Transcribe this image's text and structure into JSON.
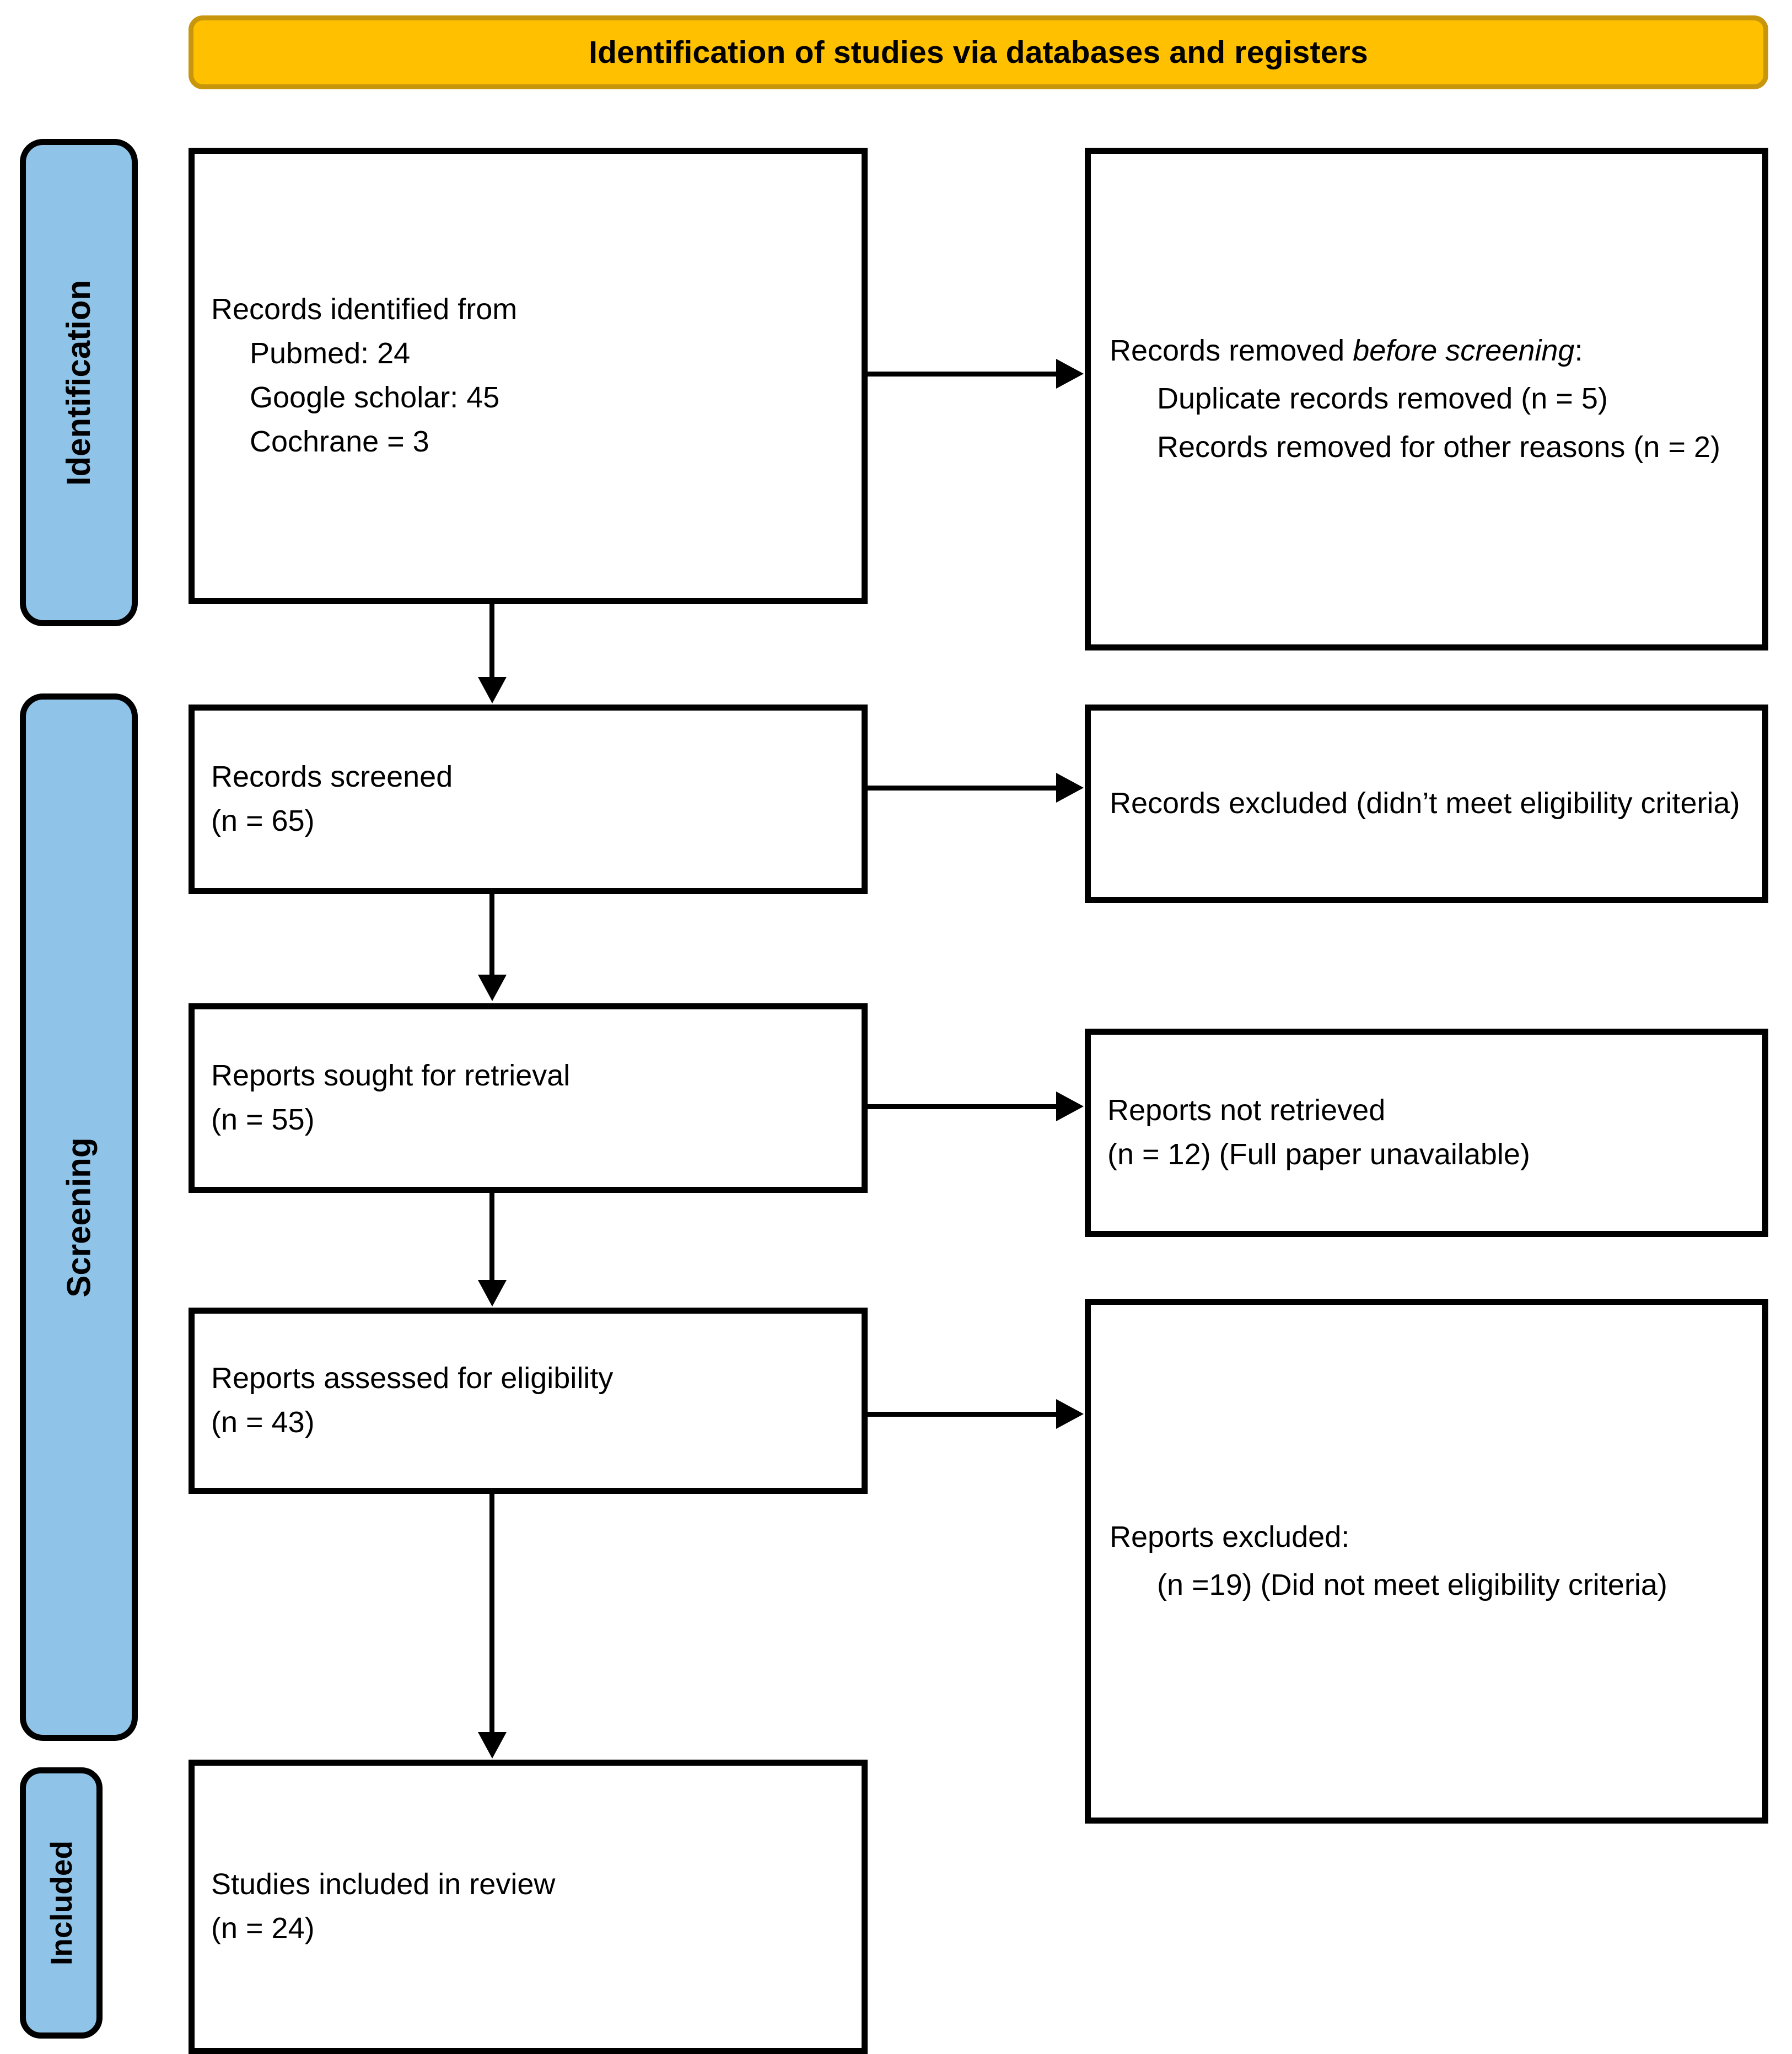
{
  "header": {
    "title": "Identification of studies via databases and registers"
  },
  "stages": {
    "identification": "Identification",
    "screening": "Screening",
    "included": "Included"
  },
  "boxes": {
    "identified": {
      "title": "Records identified from",
      "sources": [
        "Pubmed: 24",
        "Google scholar: 45",
        "Cochrane = 3"
      ]
    },
    "removed_before_screening": {
      "lead_plain": "Records removed ",
      "lead_italic": "before screening",
      "lead_tail": ":",
      "items": [
        "Duplicate records removed (n = 5)",
        "Records removed for other reasons (n = 2)"
      ]
    },
    "screened": {
      "title": "Records screened",
      "count": "(n = 65)"
    },
    "excluded_screening": {
      "text": "Records excluded (didn’t meet eligibility criteria)"
    },
    "sought": {
      "title": "Reports sought for retrieval",
      "count": "(n = 55)"
    },
    "not_retrieved": {
      "title": "Reports not retrieved",
      "count": "(n = 12) (Full paper unavailable)"
    },
    "assessed": {
      "title": "Reports assessed for eligibility",
      "count": "(n = 43)"
    },
    "reports_excluded": {
      "title": "Reports excluded:",
      "detail": "(n =19) (Did not meet eligibility criteria)"
    },
    "included": {
      "title": "Studies included in review",
      "count": "(n = 24)"
    }
  },
  "colors": {
    "header_fill": "#FFC000",
    "header_border": "#C8960C",
    "stage_fill": "#8FC4E8",
    "box_border": "#000000",
    "box_fill": "#FFFFFF"
  }
}
